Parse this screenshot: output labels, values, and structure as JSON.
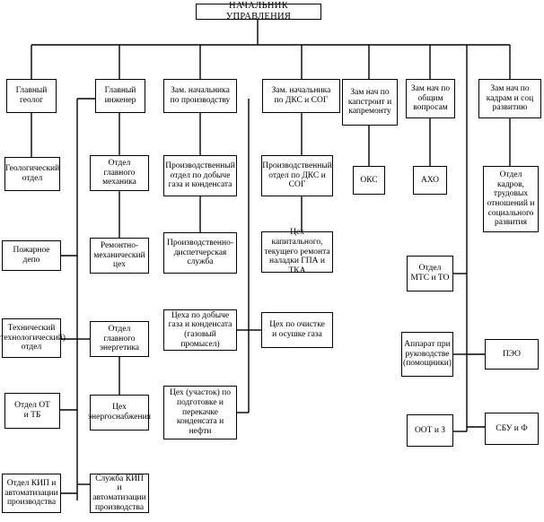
{
  "title": "НАЧАЛЬНИК УПРАВЛЕНИЯ",
  "level1": {
    "chief_geologist": "Главный\nгеолог",
    "chief_engineer": "Главный\nинженер",
    "deputy_production": "Зам. начальника\nпо производству",
    "deputy_dks": "Зам. начальника\nпо ДКС и СОГ",
    "deputy_capital": "Зам нач по\nкапстроит и\nкапремонту",
    "deputy_general": "Зам нач по\nобщим\nвопросам",
    "deputy_hr": "Зам нач по\nкадрам и соц\nразвитию"
  },
  "units": {
    "geological_dept": "Геологический\nотдел",
    "fire_depot": "Пожарное депо",
    "technical_dept": "Технический\n(технологический)\nотдел",
    "ot_tb_dept": "Отдел ОТ\nи ТБ",
    "kip_dept": "Отдел КИП и\nавтоматизации\nпроизводства",
    "chief_mechanic_dept": "Отдел главного\nмеханика",
    "repair_shop": "Ремонтно-\nмеханический\nцех",
    "chief_power_dept": "Отдел главного\nэнергетика",
    "power_supply_shop": "Цех\nэнергоснабжения",
    "kip_service": "Служба КИП и\nавтоматизации\nпроизводства",
    "gas_production_dept": "Производственный\nотдел по добыче\nгаза и конденсата",
    "dispatch_service": "Производственно-\nдиспетчерская\nслужба",
    "gas_production_shops": "Цеха по добыче\nгаза и конденсата\n(газовый промысел)",
    "condensate_shops": "Цех (участок) по\nподготовке и\nперекачке\nконденсата и нефти",
    "dks_production_dept": "Производственный\nотдел по ДКС и\nСОГ",
    "capital_repair_shop": "Цех капитального,\nтекущего ремонта\nналадки ГПА и ТКА",
    "gas_cleaning_shop": "Цех по очистке\nи осушке газа",
    "oks": "ОКС",
    "aho": "АХО",
    "mts_to": "Отдел\nМТС и ТО",
    "apparatus": "Аппарат при\nруководстве\n(помощники)",
    "oot_z": "ООТ и З",
    "hr_dept": "Отдел кадров,\nтрудовых\nотношений и\nсоциального\nразвития",
    "peo": "ПЭО",
    "sbu_f": "СБУ и Ф"
  }
}
